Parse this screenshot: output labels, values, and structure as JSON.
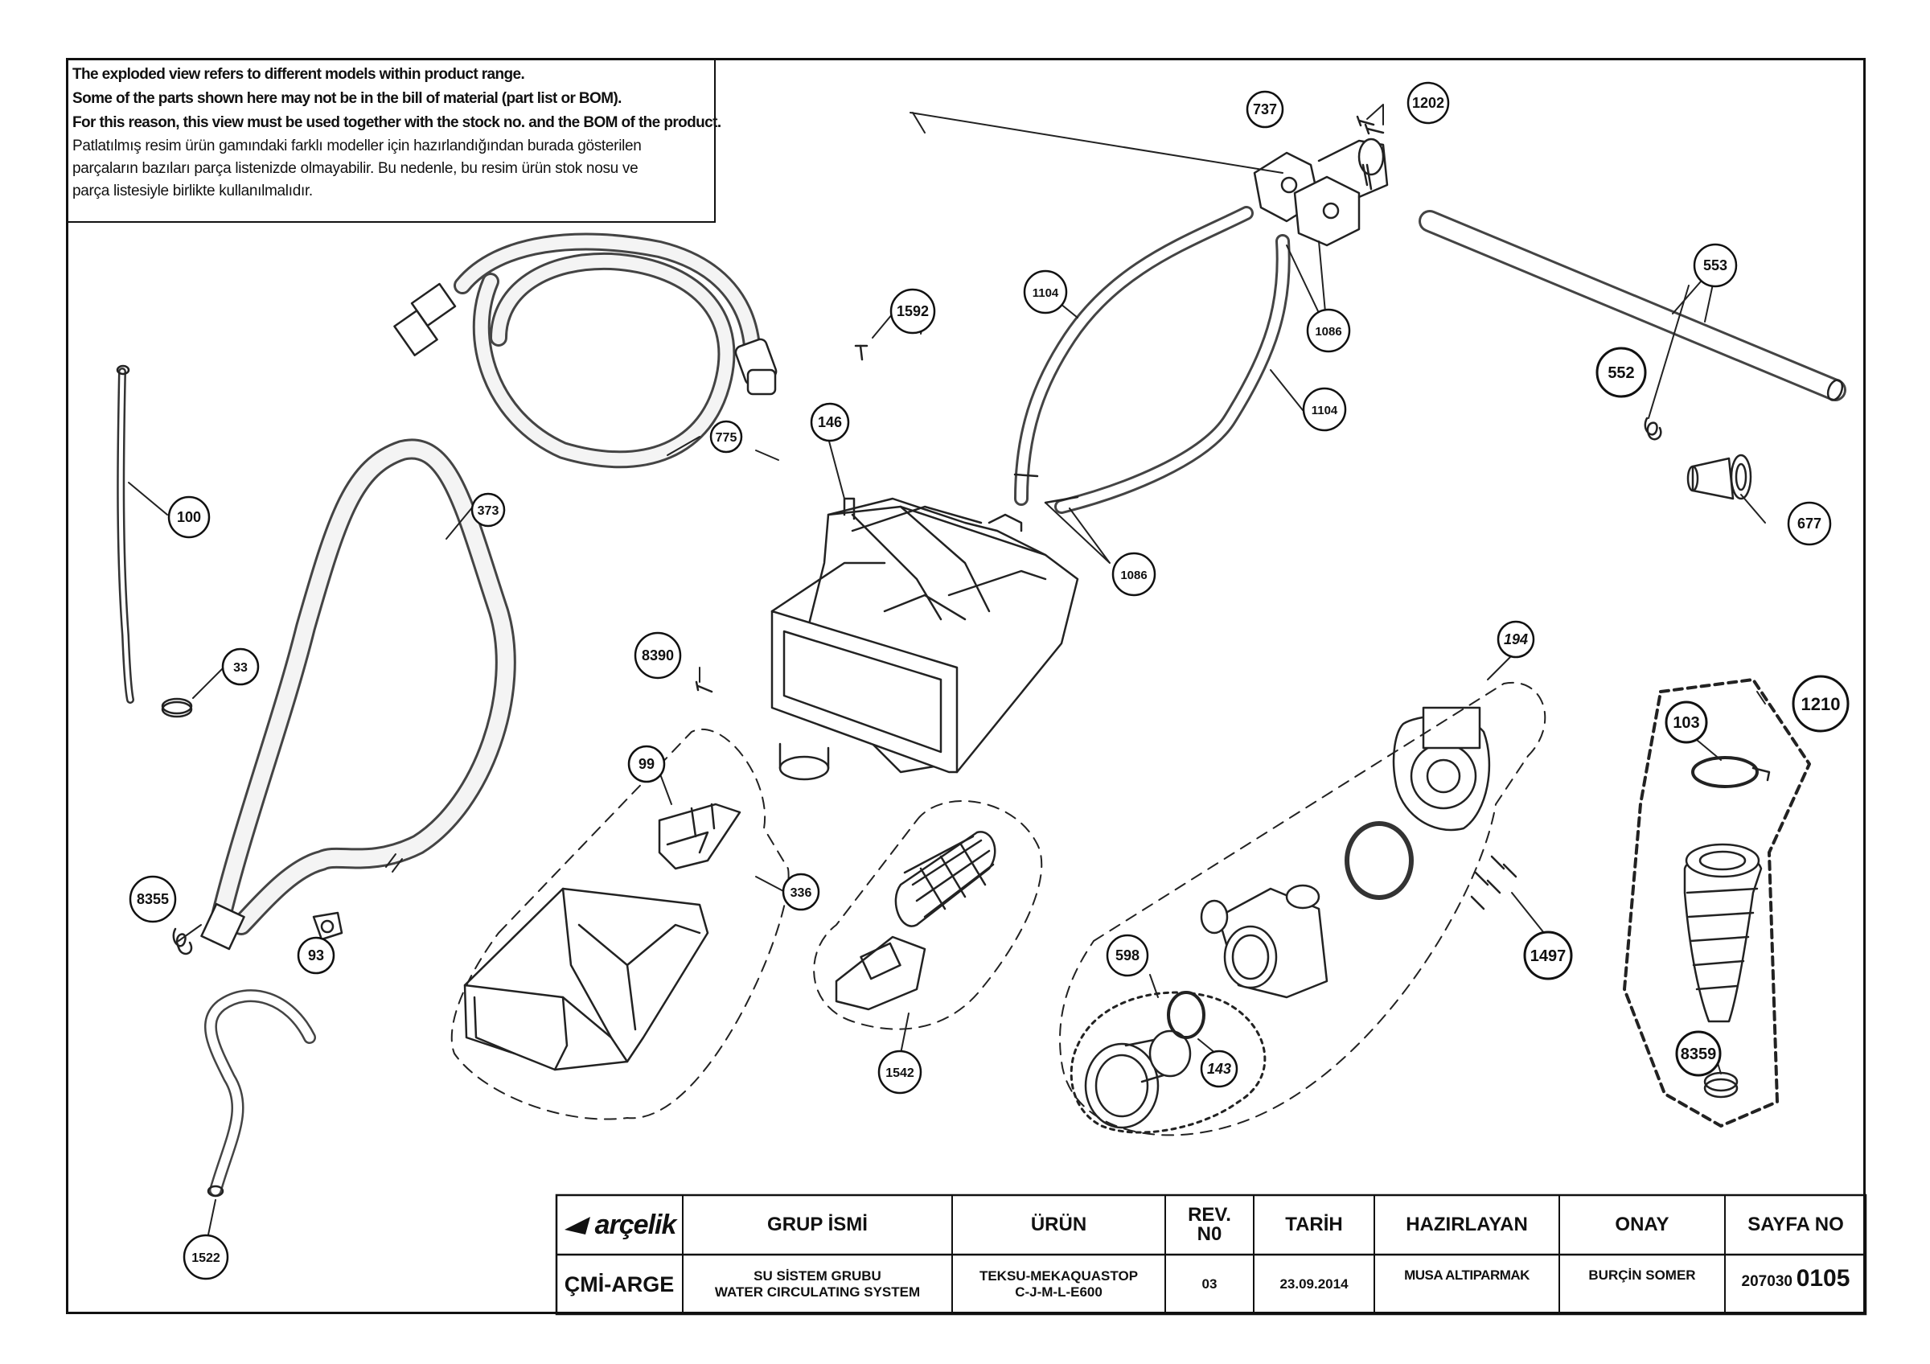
{
  "notice": {
    "en": [
      "The exploded view refers to different models within product range.",
      "Some of the parts shown here may not be in the bill of material (part list or BOM).",
      "For this reason, this view must be used together with the stock no. and the BOM of the product."
    ],
    "tr": [
      "Patlatılmış resim ürün gamındaki farklı modeller için hazırlandığından burada gösterilen",
      "parçaların bazıları parça listenizde olmayabilir. Bu nedenle, bu resim ürün stok nosu ve",
      "parça listesiyle birlikte kullanılmalıdır."
    ]
  },
  "parts": {
    "p737": "737",
    "p1202": "1202",
    "p553": "553",
    "p552": "552",
    "p677": "677",
    "p1104a": "1104",
    "p1104b": "1104",
    "p1086a": "1086",
    "p1086b": "1086",
    "p1592": "1592",
    "p146": "146",
    "p775": "775",
    "p373": "373",
    "p100": "100",
    "p33": "33",
    "p8390": "8390",
    "p99": "99",
    "p336": "336",
    "p8355": "8355",
    "p93": "93",
    "p1522": "1522",
    "p1542": "1542",
    "p194": "194",
    "p598": "598",
    "p143": "143",
    "p1497": "1497",
    "p1210": "1210",
    "p103": "103",
    "p8359": "8359"
  },
  "title_block": {
    "logo": "arçelik",
    "dept": "ÇMİ-ARGE",
    "headers": {
      "group": "GRUP İSMİ",
      "product": "ÜRÜN",
      "rev_line1": "REV.",
      "rev_line2": "N0",
      "date": "TARİH",
      "prepared": "HAZIRLAYAN",
      "approval": "ONAY",
      "page": "SAYFA NO"
    },
    "values": {
      "group_line1": "SU SİSTEM GRUBU",
      "group_line2": "WATER CIRCULATING SYSTEM",
      "product_line1": "TEKSU-MEKAQUASTOP",
      "product_line2": "C-J-M-L-E600",
      "rev": "03",
      "date": "23.09.2014",
      "prepared": "MUSA ALTIPARMAK",
      "approval": "BURÇİN SOMER",
      "page_prefix": "207030",
      "page_number": "0105"
    }
  }
}
